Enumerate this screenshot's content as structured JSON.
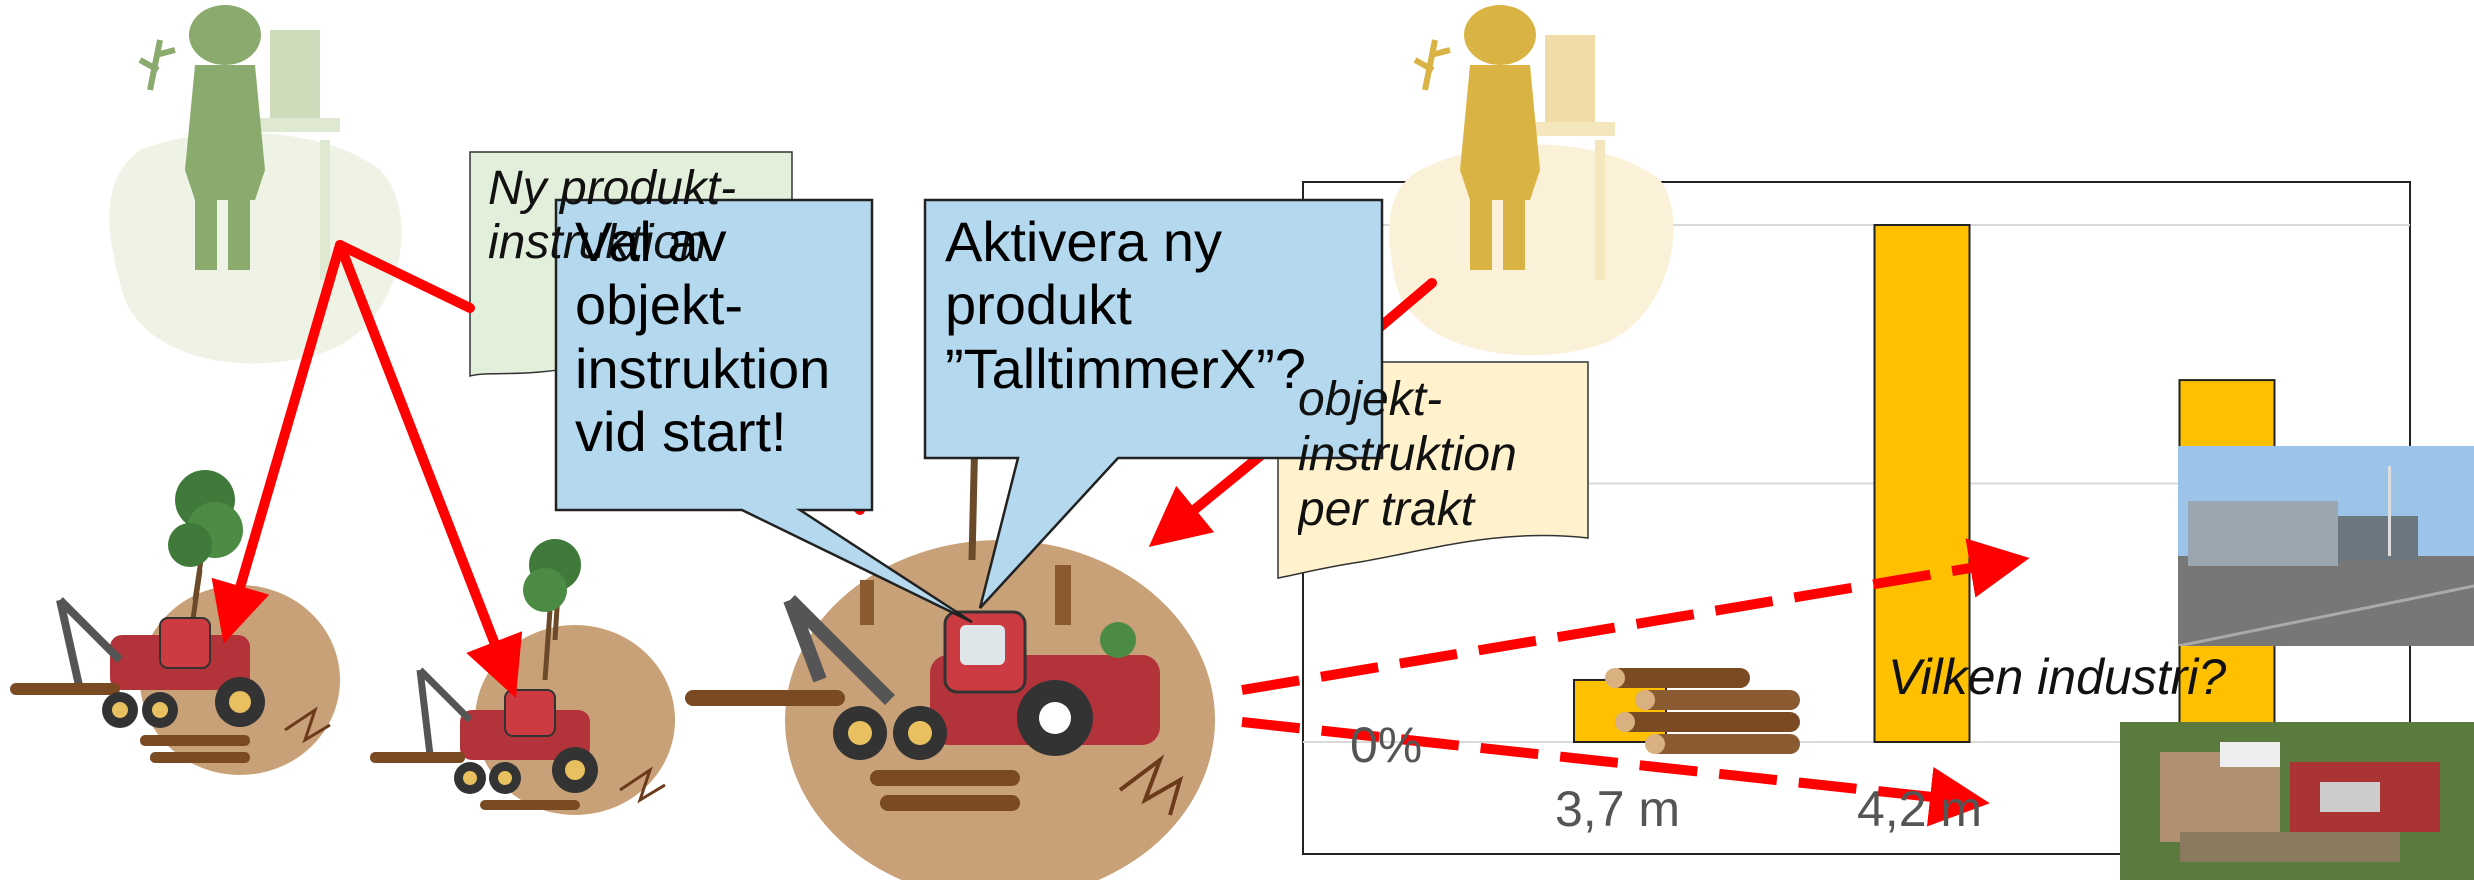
{
  "notes": {
    "new_product": "Ny produkt-\ninstruktion",
    "object_per_tract": "objekt-\ninstruktion\nper trakt"
  },
  "bubbles": {
    "selection": "Val av\nobjekt-\ninstruktion\nvid start!",
    "activate": "Aktivera  ny\nprodukt\n”TalltimmerX”?"
  },
  "question": "Vilken industri?",
  "chart_data": {
    "type": "bar",
    "categories": [
      "3,7 m",
      "4,2 m",
      ""
    ],
    "values": [
      0.12,
      1.0,
      0.7
    ],
    "ylabel_min": "0%",
    "ylim": [
      0,
      1
    ],
    "grid": true,
    "bar_color": "#ffc000"
  },
  "colors": {
    "arrow": "#ff0000",
    "note_green": "#e2efda",
    "note_yellow": "#fff2cc",
    "bubble_blue": "#b4d8ee",
    "person_green": "#8aaa6e",
    "person_yellow": "#d9b444"
  },
  "icons": [
    "planner-person-green-icon",
    "planner-person-yellow-icon",
    "harvester-icon",
    "log-pile-icon",
    "sawmill-photo",
    "industry-aerial-photo"
  ]
}
